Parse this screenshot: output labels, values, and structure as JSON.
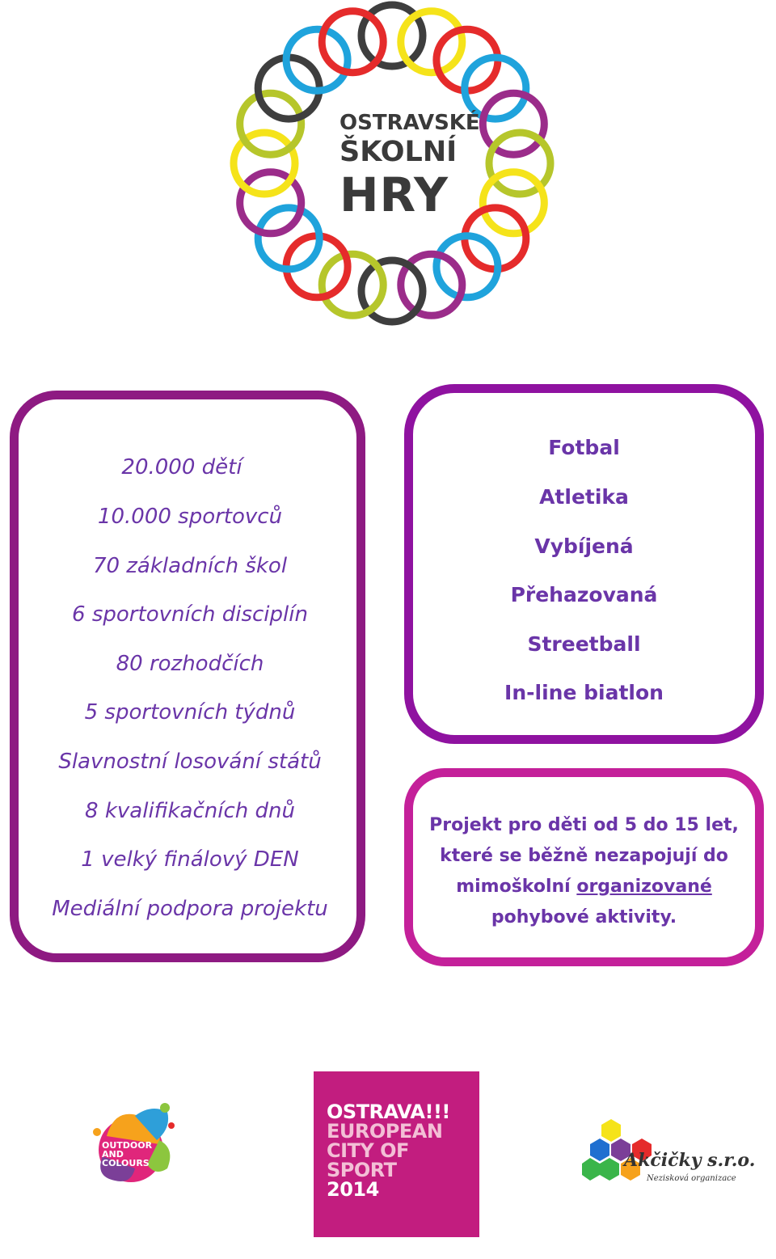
{
  "logo": {
    "line1": "OSTRAVSKÉ",
    "line2": "ŠKOLNÍ",
    "line3": "HRY",
    "ring_colors": [
      "#3e3e3e",
      "#f5e31a",
      "#e52b2b",
      "#1fa3dc",
      "#9b2c8a",
      "#b6c62b"
    ]
  },
  "facts": [
    "20.000 dětí",
    "10.000 sportovců",
    "70 základních škol",
    "6 sportovních disciplín",
    "80 rozhodčích",
    "5 sportovních týdnů",
    "Slavnostní losování států",
    "8 kvalifikačních dnů",
    "1 velký finálový DEN",
    "Mediální podpora projektu"
  ],
  "sports": [
    "Fotbal",
    "Atletika",
    "Vybíjená",
    "Přehazovaná",
    "Streetball",
    "In-line biatlon"
  ],
  "project": {
    "line1": "Projekt pro děti od 5 do 15 let,",
    "line2": "které se běžně nezapojují do",
    "line3_a": "mimoškolní ",
    "line3_b": "organizované",
    "line4": "pohybové aktivity."
  },
  "bottom_logos": {
    "outdoor": {
      "line1": "OUTDOOR",
      "line2": "AND",
      "line3": "COLOURS"
    },
    "ecs": {
      "line1": "OSTRAVA!!!",
      "line2": "EUROPEAN",
      "line3": "CITY OF",
      "line4": "SPORT",
      "line5": "2014"
    },
    "akcicky": {
      "name": "Akčičky s.r.o.",
      "subtitle": "Nezisková organizace"
    }
  },
  "colors": {
    "text_purple": "#6a35a8",
    "box_left_border": "#8e1a82",
    "box_sports_border": "#8f12a0",
    "box_project_border": "#c4209a",
    "ecs_background": "#c21d7f"
  }
}
